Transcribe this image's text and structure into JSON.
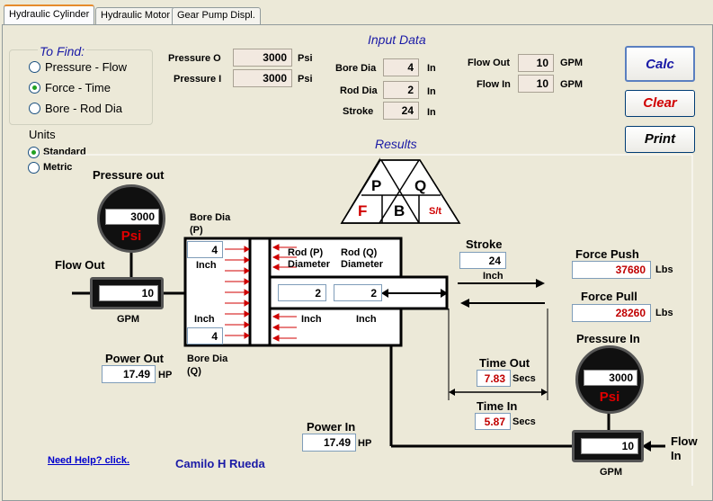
{
  "tabs": [
    "Hydraulic Cylinder",
    "Hydraulic Motor",
    "Gear Pump Displ."
  ],
  "to_find": {
    "title": "To Find:",
    "options": [
      "Pressure - Flow",
      "Force - Time",
      "Bore - Rod Dia"
    ],
    "selected": "Force - Time"
  },
  "units": {
    "title": "Units",
    "options": [
      "Standard",
      "Metric"
    ],
    "selected": "Standard"
  },
  "input_data": {
    "title": "Input Data",
    "pressure_o_label": "Pressure O",
    "pressure_o": "3000",
    "pressure_o_unit": "Psi",
    "pressure_i_label": "Pressure I",
    "pressure_i": "3000",
    "pressure_i_unit": "Psi",
    "bore_dia_label": "Bore Dia",
    "bore_dia": "4",
    "bore_dia_unit": "In",
    "rod_dia_label": "Rod Dia",
    "rod_dia": "2",
    "rod_dia_unit": "In",
    "stroke_label": "Stroke",
    "stroke": "24",
    "stroke_unit": "In",
    "flow_out_label": "Flow Out",
    "flow_out": "10",
    "flow_out_unit": "GPM",
    "flow_in_label": "Flow In",
    "flow_in": "10",
    "flow_in_unit": "GPM"
  },
  "buttons": {
    "calc": "Calc",
    "clear": "Clear",
    "print": "Print"
  },
  "results": {
    "title": "Results",
    "triangle": {
      "p": "P",
      "q": "Q",
      "f": "F",
      "b": "B",
      "st": "S/t"
    },
    "pressure_out_label": "Pressure out",
    "pressure_out": "3000",
    "pressure_unit": "Psi",
    "flow_out_label": "Flow Out",
    "flow_out": "10",
    "gpm": "GPM",
    "power_out_label": "Power Out",
    "power_out": "17.49",
    "hp": "HP",
    "bore_p_label": "Bore Dia (P)",
    "bore_p": "4",
    "inch": "Inch",
    "bore_q_label": "Bore Dia (Q)",
    "bore_q": "4",
    "rod_p_label": "Rod (P) Diameter",
    "rod_p": "2",
    "rod_q_label": "Rod (Q) Diameter",
    "rod_q": "2",
    "stroke_label": "Stroke",
    "stroke": "24",
    "force_push_label": "Force Push",
    "force_push": "37680",
    "force_pull_label": "Force Pull",
    "force_pull": "28260",
    "lbs": "Lbs",
    "time_out_label": "Time Out",
    "time_out": "7.83",
    "time_in_label": "Time In",
    "time_in": "5.87",
    "secs": "Secs",
    "pressure_in_label": "Pressure In",
    "pressure_in": "3000",
    "power_in_label": "Power In",
    "power_in": "17.49",
    "flow_in_label": "Flow In",
    "flow_in": "10"
  },
  "help_link": "Need Help? click.",
  "author": "Camilo H Rueda",
  "colors": {
    "accent_blue": "#1a1aa6",
    "red": "#c00000",
    "gauge_red": "#e00000",
    "tab_highlight": "#e68b2c"
  }
}
